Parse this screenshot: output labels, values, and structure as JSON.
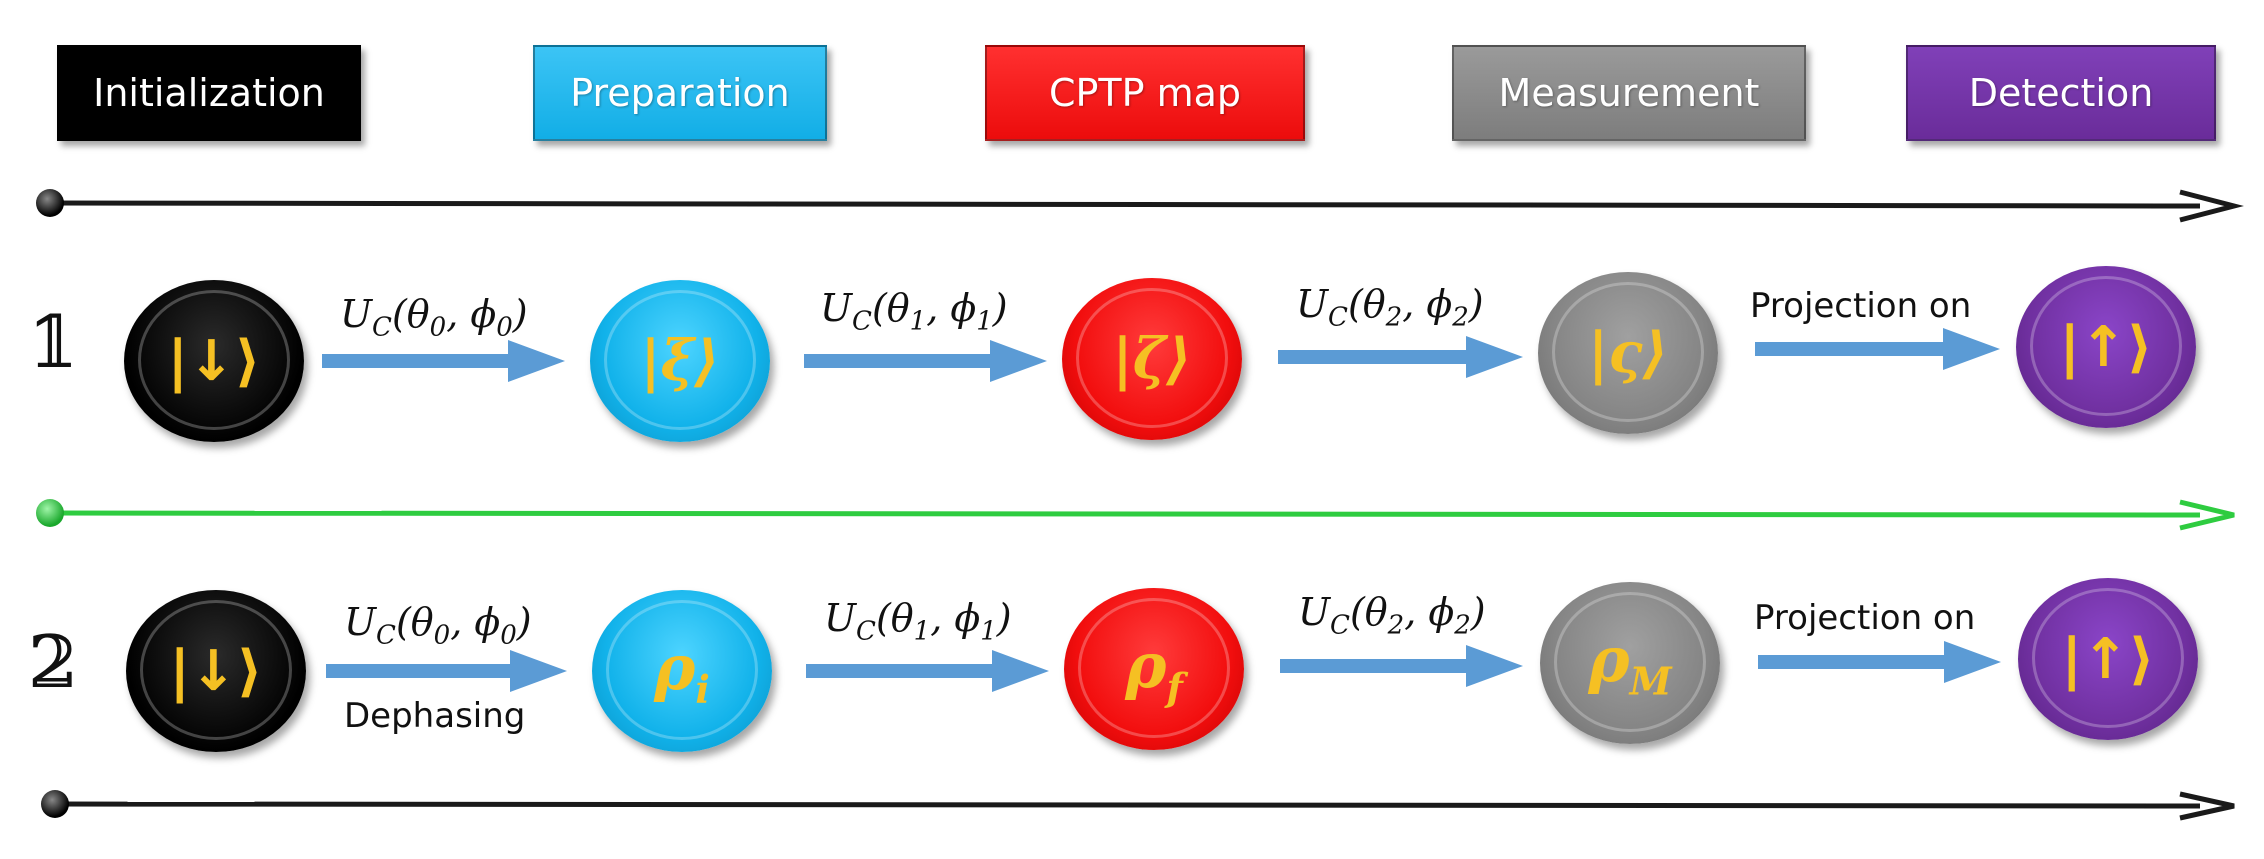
{
  "stages": [
    {
      "label": "Initialization",
      "color": "#000000"
    },
    {
      "label": "Preparation",
      "color": "#1ab5ee"
    },
    {
      "label": "CPTP map",
      "color": "#f21010"
    },
    {
      "label": "Measurement",
      "color": "#858585"
    },
    {
      "label": "Detection",
      "color": "#7030a0"
    }
  ],
  "rows": [
    {
      "number": "𝟙",
      "nodes": [
        "|↓⟩",
        "|ξ⟩",
        "|ζ⟩",
        "|ς⟩",
        "|↑⟩"
      ],
      "operations": [
        {
          "op": "U",
          "sub": "C",
          "args": "(θ",
          "a0": "0",
          "mid": ", ϕ",
          "a1": "0",
          "close": ")"
        },
        {
          "op": "U",
          "sub": "C",
          "args": "(θ",
          "a0": "1",
          "mid": ", ϕ",
          "a1": "1",
          "close": ")"
        },
        {
          "op": "U",
          "sub": "C",
          "args": "(θ",
          "a0": "2",
          "mid": ", ϕ",
          "a1": "2",
          "close": ")"
        }
      ],
      "projection_label": "Projection on"
    },
    {
      "number": "𝟚",
      "nodes": [
        "|↓⟩",
        "ρ",
        "ρ",
        "ρ",
        "|↑⟩"
      ],
      "node_subs": [
        "",
        "i",
        "f",
        "M",
        ""
      ],
      "operations": [
        {
          "op": "U",
          "sub": "C",
          "args": "(θ",
          "a0": "0",
          "mid": ", ϕ",
          "a1": "0",
          "close": ")"
        },
        {
          "op": "U",
          "sub": "C",
          "args": "(θ",
          "a0": "1",
          "mid": ", ϕ",
          "a1": "1",
          "close": ")"
        },
        {
          "op": "U",
          "sub": "C",
          "args": "(θ",
          "a0": "2",
          "mid": ", ϕ",
          "a1": "2",
          "close": ")"
        }
      ],
      "under_label": "Dephasing",
      "projection_label": "Projection on"
    }
  ],
  "colors": {
    "arrow": "#5b9bd5",
    "timeline_dark": "#1a1a1a",
    "timeline_green": "#2ecc40",
    "node_symbol": "#f5c023"
  }
}
